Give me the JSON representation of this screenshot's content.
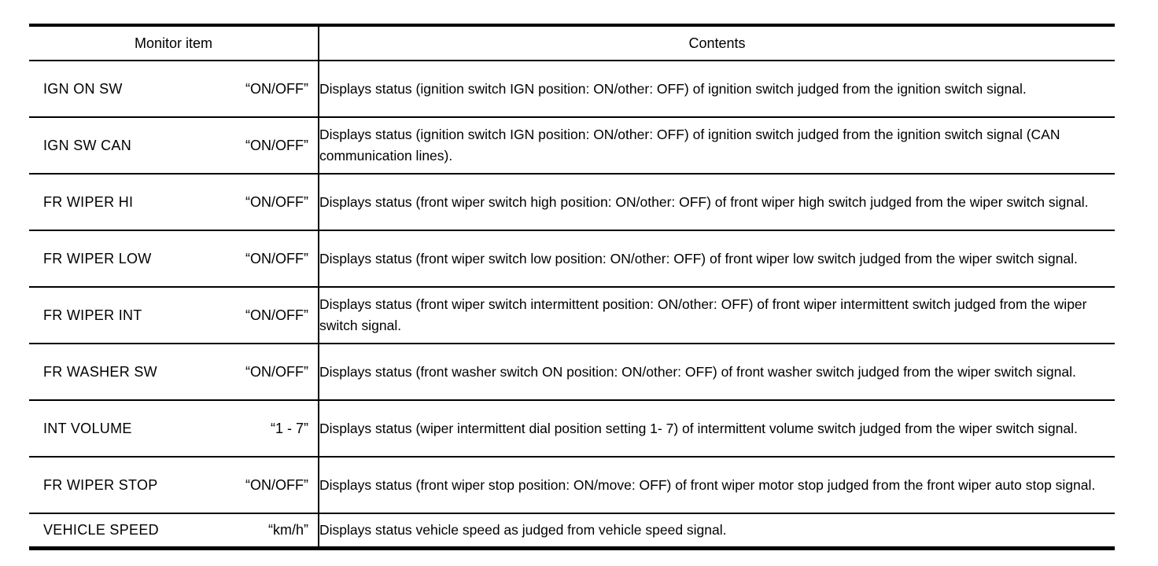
{
  "table": {
    "headers": {
      "monitor_item": "Monitor item",
      "contents": "Contents"
    },
    "rows": [
      {
        "item": "IGN ON SW",
        "value": "“ON/OFF”",
        "contents": "Displays status (ignition switch IGN position: ON/other: OFF) of ignition switch judged from the ignition switch signal."
      },
      {
        "item": "IGN SW CAN",
        "value": "“ON/OFF”",
        "contents": "Displays status (ignition switch IGN position: ON/other: OFF) of ignition switch judged from the ignition switch signal (CAN communication lines)."
      },
      {
        "item": "FR WIPER HI",
        "value": "“ON/OFF”",
        "contents": "Displays status (front wiper switch high position: ON/other: OFF) of front wiper high switch judged from the wiper switch signal."
      },
      {
        "item": "FR WIPER LOW",
        "value": "“ON/OFF”",
        "contents": "Displays status (front wiper switch low position: ON/other: OFF) of front wiper low switch judged from the wiper switch signal."
      },
      {
        "item": "FR WIPER INT",
        "value": "“ON/OFF”",
        "contents": "Displays status (front wiper switch intermittent position: ON/other: OFF) of front wiper intermittent switch judged from the wiper switch signal."
      },
      {
        "item": "FR WASHER SW",
        "value": "“ON/OFF”",
        "contents": "Displays status (front washer switch ON position: ON/other: OFF) of front washer switch judged from the wiper switch signal."
      },
      {
        "item": "INT VOLUME",
        "value": "“1 - 7”",
        "contents": "Displays status (wiper intermittent dial position setting 1- 7) of intermittent volume switch judged from the wiper switch signal."
      },
      {
        "item": "FR WIPER STOP",
        "value": "“ON/OFF”",
        "contents": "Displays status (front wiper stop position: ON/move: OFF) of front wiper motor stop judged from the front wiper auto stop signal."
      },
      {
        "item": "VEHICLE SPEED",
        "value": "“km/h”",
        "contents": "Displays status vehicle speed as judged from vehicle speed signal."
      }
    ]
  },
  "colors": {
    "line": "#000000",
    "text": "#000000",
    "background": "#ffffff"
  }
}
